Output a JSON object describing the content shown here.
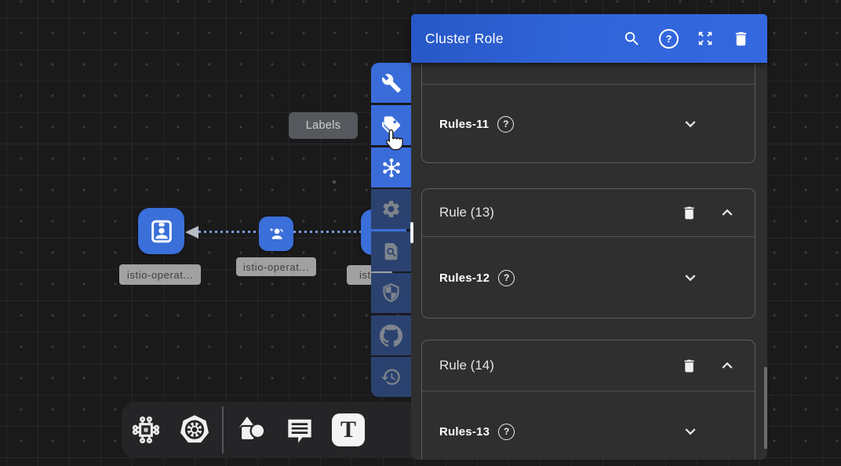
{
  "panel": {
    "title": "Cluster Role",
    "help_glyph": "?",
    "header_icons": [
      "search-icon",
      "help-icon",
      "expand-icon",
      "trash-icon"
    ],
    "cards": [
      {
        "rows": [
          {
            "label": "Rules-11",
            "chevron": "down",
            "help": true
          }
        ]
      },
      {
        "header": {
          "label": "Rule (13)",
          "actions": [
            "trash-icon",
            "chevron-up-icon"
          ]
        },
        "rows": [
          {
            "label": "Rules-12",
            "chevron": "down",
            "help": true
          }
        ]
      },
      {
        "header": {
          "label": "Rule (14)",
          "actions": [
            "trash-icon",
            "chevron-up-icon"
          ]
        },
        "rows": [
          {
            "label": "Rules-13",
            "chevron": "down",
            "help": true
          }
        ]
      }
    ]
  },
  "tooltip": {
    "label": "Labels"
  },
  "canvas": {
    "nodes": [
      {
        "icon": "id-badge-icon",
        "label": "istio-operat..."
      },
      {
        "icon": "user-plus-icon",
        "label": "istio-operat..."
      },
      {
        "icon": "hidden-node",
        "label": "istio"
      }
    ],
    "edge": {
      "style": "dotted",
      "direction": "left",
      "color": "#7d9ce0"
    }
  },
  "side_toolbar": {
    "items": [
      {
        "icon": "wrench-icon",
        "active": true
      },
      {
        "icon": "labels-tag-icon",
        "active": true,
        "hovered": true
      },
      {
        "icon": "mesh-hub-icon",
        "active": true
      },
      {
        "icon": "settings-gear-icon",
        "active": false
      },
      {
        "icon": "doc-search-icon",
        "active": false
      },
      {
        "icon": "shield-icon",
        "active": false
      },
      {
        "icon": "github-icon",
        "active": false
      },
      {
        "icon": "history-icon",
        "active": false
      }
    ]
  },
  "bottom_toolbar": {
    "items": [
      "circuit-icon",
      "kubernetes-icon",
      "shapes-icon",
      "comment-icon",
      "text-tool-icon"
    ],
    "text_tool_glyph": "T"
  },
  "colors": {
    "accent": "#3064d8",
    "toolbar_active": "#3a6cd9",
    "toolbar_inactive": "#2b4270",
    "node_blue": "#3b6fd9",
    "panel_bg": "#2f2f2f",
    "canvas_bg": "#1a1a1b"
  }
}
